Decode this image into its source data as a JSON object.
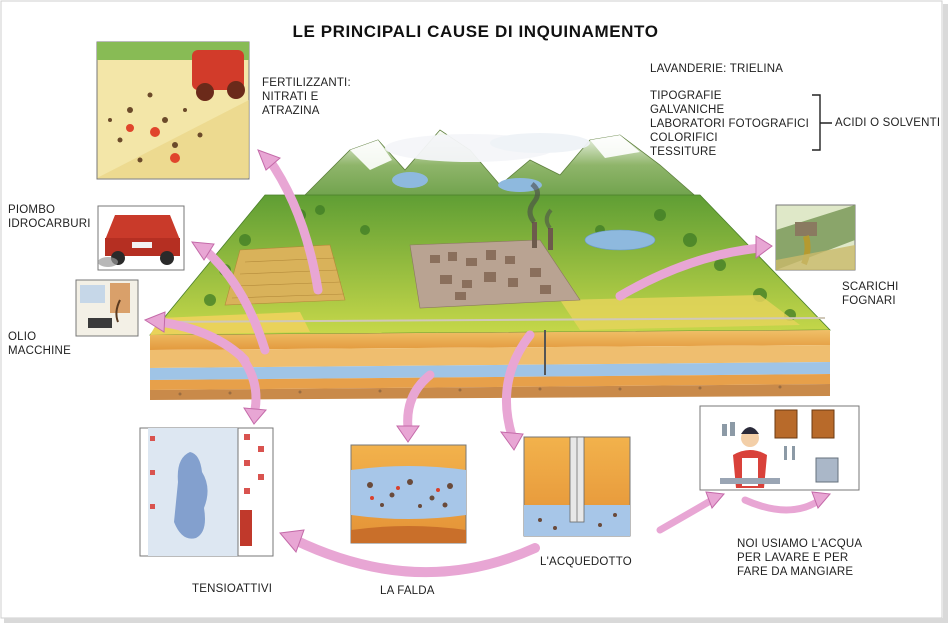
{
  "title": "LE PRINCIPALI CAUSE DI INQUINAMENTO",
  "labels": {
    "fertilizzanti": [
      "FERTILIZZANTI:",
      "NITRATI E",
      "ATRAZINA"
    ],
    "piombo": [
      "PIOMBO",
      "IDROCARBURI"
    ],
    "olio": [
      "OLIO",
      "MACCHINE"
    ],
    "lavanderie": "LAVANDERIE: TRIELINA",
    "industrie": [
      "TIPOGRAFIE",
      "GALVANICHE",
      "LABORATORI FOTOGRAFICI",
      "COLORIFICI",
      "TESSITURE"
    ],
    "acidi": "ACIDI O SOLVENTI",
    "scarichi": [
      "SCARICHI",
      "FOGNARI"
    ],
    "tensioattivi": "TENSIOATTIVI",
    "falda": "LA FALDA",
    "acquedotto": "L'ACQUEDOTTO",
    "noi": [
      "NOI USIAMO L'ACQUA",
      "PER LAVARE E PER",
      "FARE DA MANGIARE"
    ]
  },
  "colors": {
    "arrow": "#e8a6d4",
    "arrow_stroke": "#c46aa9",
    "grass": "#6fae3c",
    "field": "#e9d25a",
    "water": "#9fc4e6",
    "soil": "#e7a04a"
  }
}
